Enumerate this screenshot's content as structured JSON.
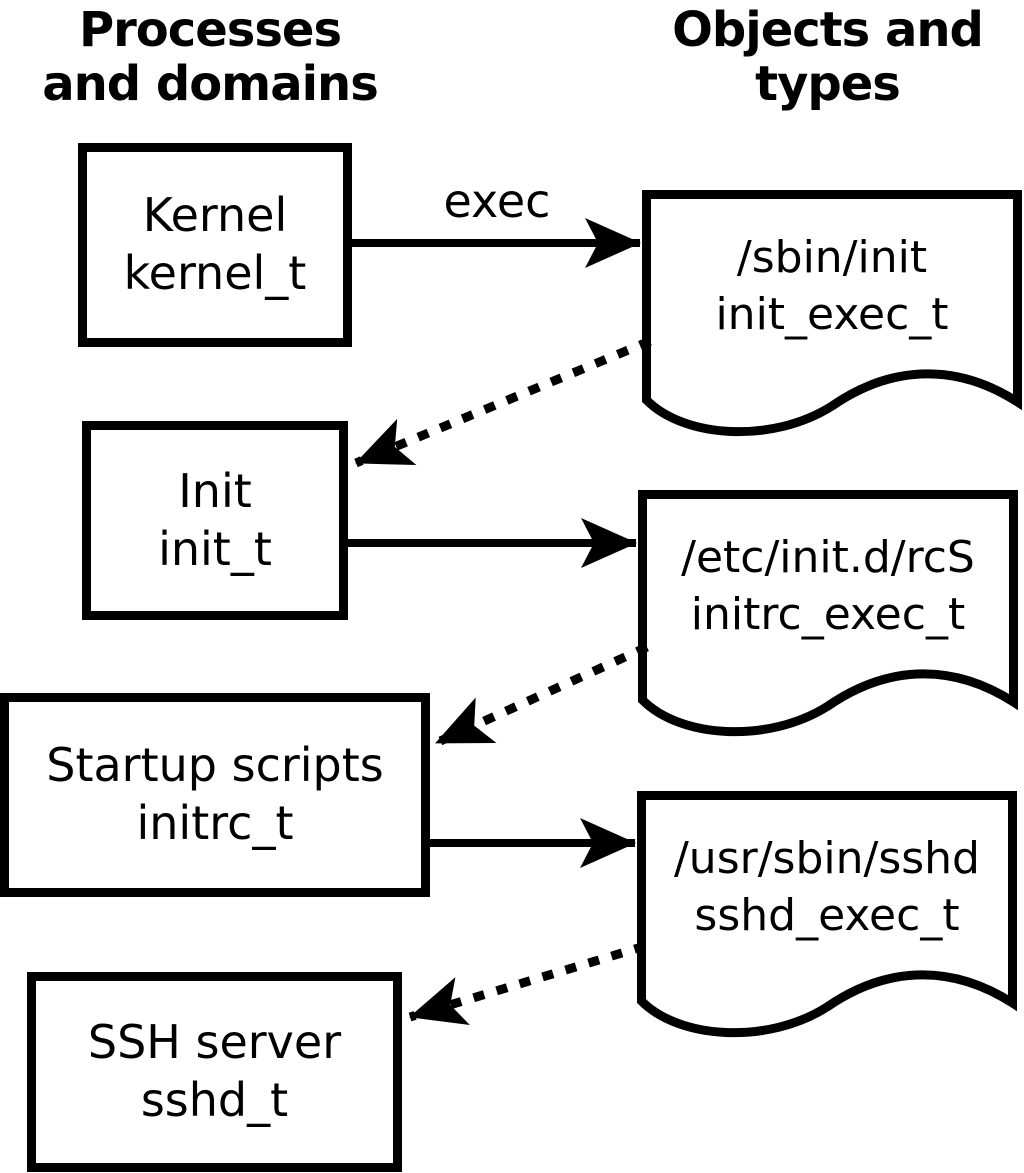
{
  "diagram": {
    "kind": "selinux-domain-transition-flow",
    "columns": {
      "left": {
        "line1": "Processes",
        "line2": "and domains"
      },
      "right": {
        "line1": "Objects and",
        "line2": "types"
      }
    },
    "processes": [
      {
        "name": "Kernel",
        "type": "kernel_t"
      },
      {
        "name": "Init",
        "type": "init_t"
      },
      {
        "name": "Startup scripts",
        "type": "initrc_t"
      },
      {
        "name": "SSH server",
        "type": "sshd_t"
      }
    ],
    "objects": [
      {
        "path": "/sbin/init",
        "type": "init_exec_t"
      },
      {
        "path": "/etc/init.d/rcS",
        "type": "initrc_exec_t"
      },
      {
        "path": "/usr/sbin/sshd",
        "type": "sshd_exec_t"
      }
    ],
    "edges": [
      {
        "from": "kernel_t",
        "to": "init_exec_t",
        "style": "solid",
        "label": "exec"
      },
      {
        "from": "init_exec_t",
        "to": "init_t",
        "style": "dotted",
        "label": ""
      },
      {
        "from": "init_t",
        "to": "initrc_exec_t",
        "style": "solid",
        "label": ""
      },
      {
        "from": "initrc_exec_t",
        "to": "initrc_t",
        "style": "dotted",
        "label": ""
      },
      {
        "from": "initrc_t",
        "to": "sshd_exec_t",
        "style": "solid",
        "label": ""
      },
      {
        "from": "sshd_exec_t",
        "to": "sshd_t",
        "style": "dotted",
        "label": ""
      }
    ],
    "colors": {
      "ink": "#000000",
      "background": "#ffffff"
    }
  }
}
